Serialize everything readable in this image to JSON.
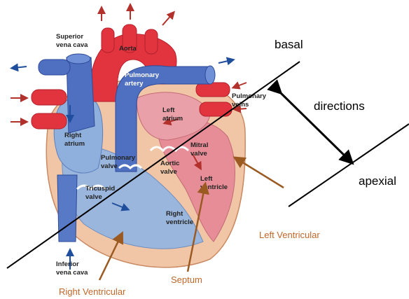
{
  "heart_labels": {
    "superior_vena_cava_1": "Superior",
    "superior_vena_cava_2": "vena cava",
    "aorta": "Aorta",
    "pulmonary_artery_1": "Pulmonary",
    "pulmonary_artery_2": "artery",
    "pulmonary_veins_1": "Pulmonary",
    "pulmonary_veins_2": "veins",
    "left_atrium_1": "Left",
    "left_atrium_2": "atrium",
    "right_atrium_1": "Right",
    "right_atrium_2": "atrium",
    "mitral_valve_1": "Mitral",
    "mitral_valve_2": "valve",
    "pulmonary_valve_1": "Pulmonary",
    "pulmonary_valve_2": "valve",
    "aortic_valve_1": "Aortic",
    "aortic_valve_2": "valve",
    "left_ventricle_1": "Left",
    "left_ventricle_2": "ventricle",
    "tricuspid_valve_1": "Tricuspid",
    "tricuspid_valve_2": "valve",
    "right_ventricle_1": "Right",
    "right_ventricle_2": "ventricle",
    "inferior_vena_cava_1": "Inferior",
    "inferior_vena_cava_2": "vena cava"
  },
  "annotations": {
    "basal": "basal",
    "directions": "directions",
    "apexial": "apexial",
    "left_ventricular": "Left Ventricular",
    "septum": "Septum",
    "right_ventricular": "Right Ventricular"
  },
  "colors": {
    "oxygenated": "#e2343f",
    "deoxygenated": "#4f6fc0",
    "annotation_text": "#c0672a",
    "pointer_arrow": "#9a5a22"
  }
}
